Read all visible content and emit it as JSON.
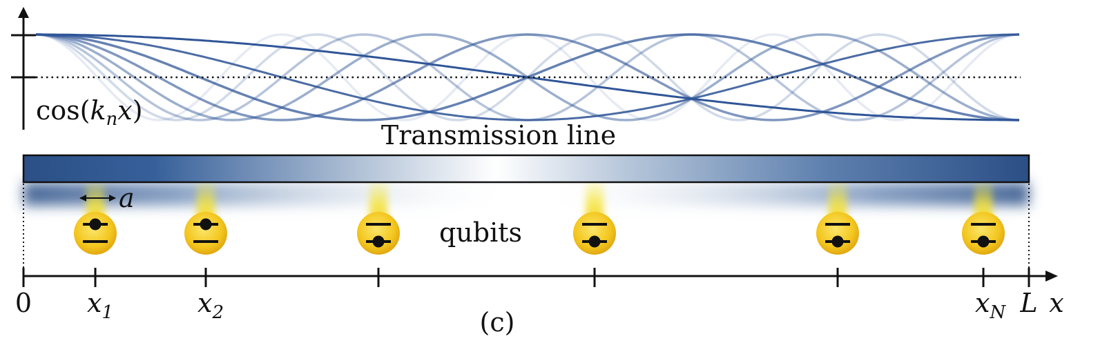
{
  "figure": {
    "panel_label": "(c)",
    "mode_axis_label": {
      "prefix": "cos(",
      "k": "k",
      "n": "n",
      "x": "x",
      "suffix": ")"
    },
    "transmission_line_label": "Transmission line",
    "qubits_label": "qubits",
    "spacing_label": "a",
    "position_axis": {
      "origin_label": "0",
      "end_label": "L",
      "axis_label": "x",
      "qubit_tick_labels": [
        {
          "base": "x",
          "sub": "1"
        },
        {
          "base": "x",
          "sub": "2"
        },
        {
          "base": "",
          "sub": ""
        },
        {
          "base": "",
          "sub": ""
        },
        {
          "base": "",
          "sub": ""
        },
        {
          "base": "x",
          "sub": "N"
        }
      ]
    },
    "qubit_states": [
      "excited",
      "excited",
      "ground",
      "ground",
      "ground",
      "ground"
    ],
    "mode_count": 8,
    "colors": {
      "mode_curve": "#2f5597",
      "line_dark": "#2b4f86",
      "qubit_glow": "#f4d020",
      "qubit_core": "#f2c21a",
      "axis": "#111111"
    }
  }
}
